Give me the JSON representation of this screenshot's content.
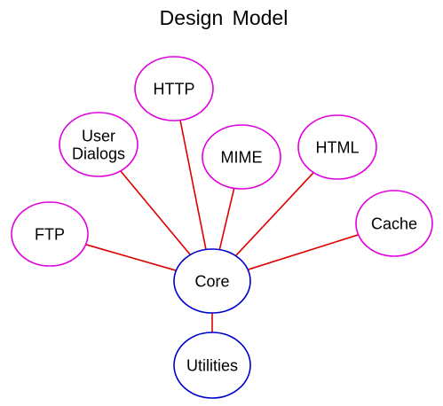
{
  "title": "Design Model",
  "colors": {
    "module_outline": "#e000e0",
    "core_outline": "#0000cc",
    "connector": "#dd0000",
    "text": "#000000",
    "background": "#ffffff"
  },
  "nodes": [
    {
      "id": "http",
      "lines": [
        "HTTP"
      ],
      "group": "module"
    },
    {
      "id": "user-dialogs",
      "lines": [
        "User",
        "Dialogs"
      ],
      "group": "module"
    },
    {
      "id": "mime",
      "lines": [
        "MIME"
      ],
      "group": "module"
    },
    {
      "id": "html",
      "lines": [
        "HTML"
      ],
      "group": "module"
    },
    {
      "id": "ftp",
      "lines": [
        "FTP"
      ],
      "group": "module"
    },
    {
      "id": "cache",
      "lines": [
        "Cache"
      ],
      "group": "module"
    },
    {
      "id": "core",
      "lines": [
        "Core"
      ],
      "group": "core"
    },
    {
      "id": "utilities",
      "lines": [
        "Utilities"
      ],
      "group": "core"
    }
  ],
  "edges": [
    {
      "from": "core",
      "to": "ftp"
    },
    {
      "from": "core",
      "to": "user-dialogs"
    },
    {
      "from": "core",
      "to": "http"
    },
    {
      "from": "core",
      "to": "mime"
    },
    {
      "from": "core",
      "to": "html"
    },
    {
      "from": "core",
      "to": "cache"
    },
    {
      "from": "core",
      "to": "utilities"
    }
  ]
}
